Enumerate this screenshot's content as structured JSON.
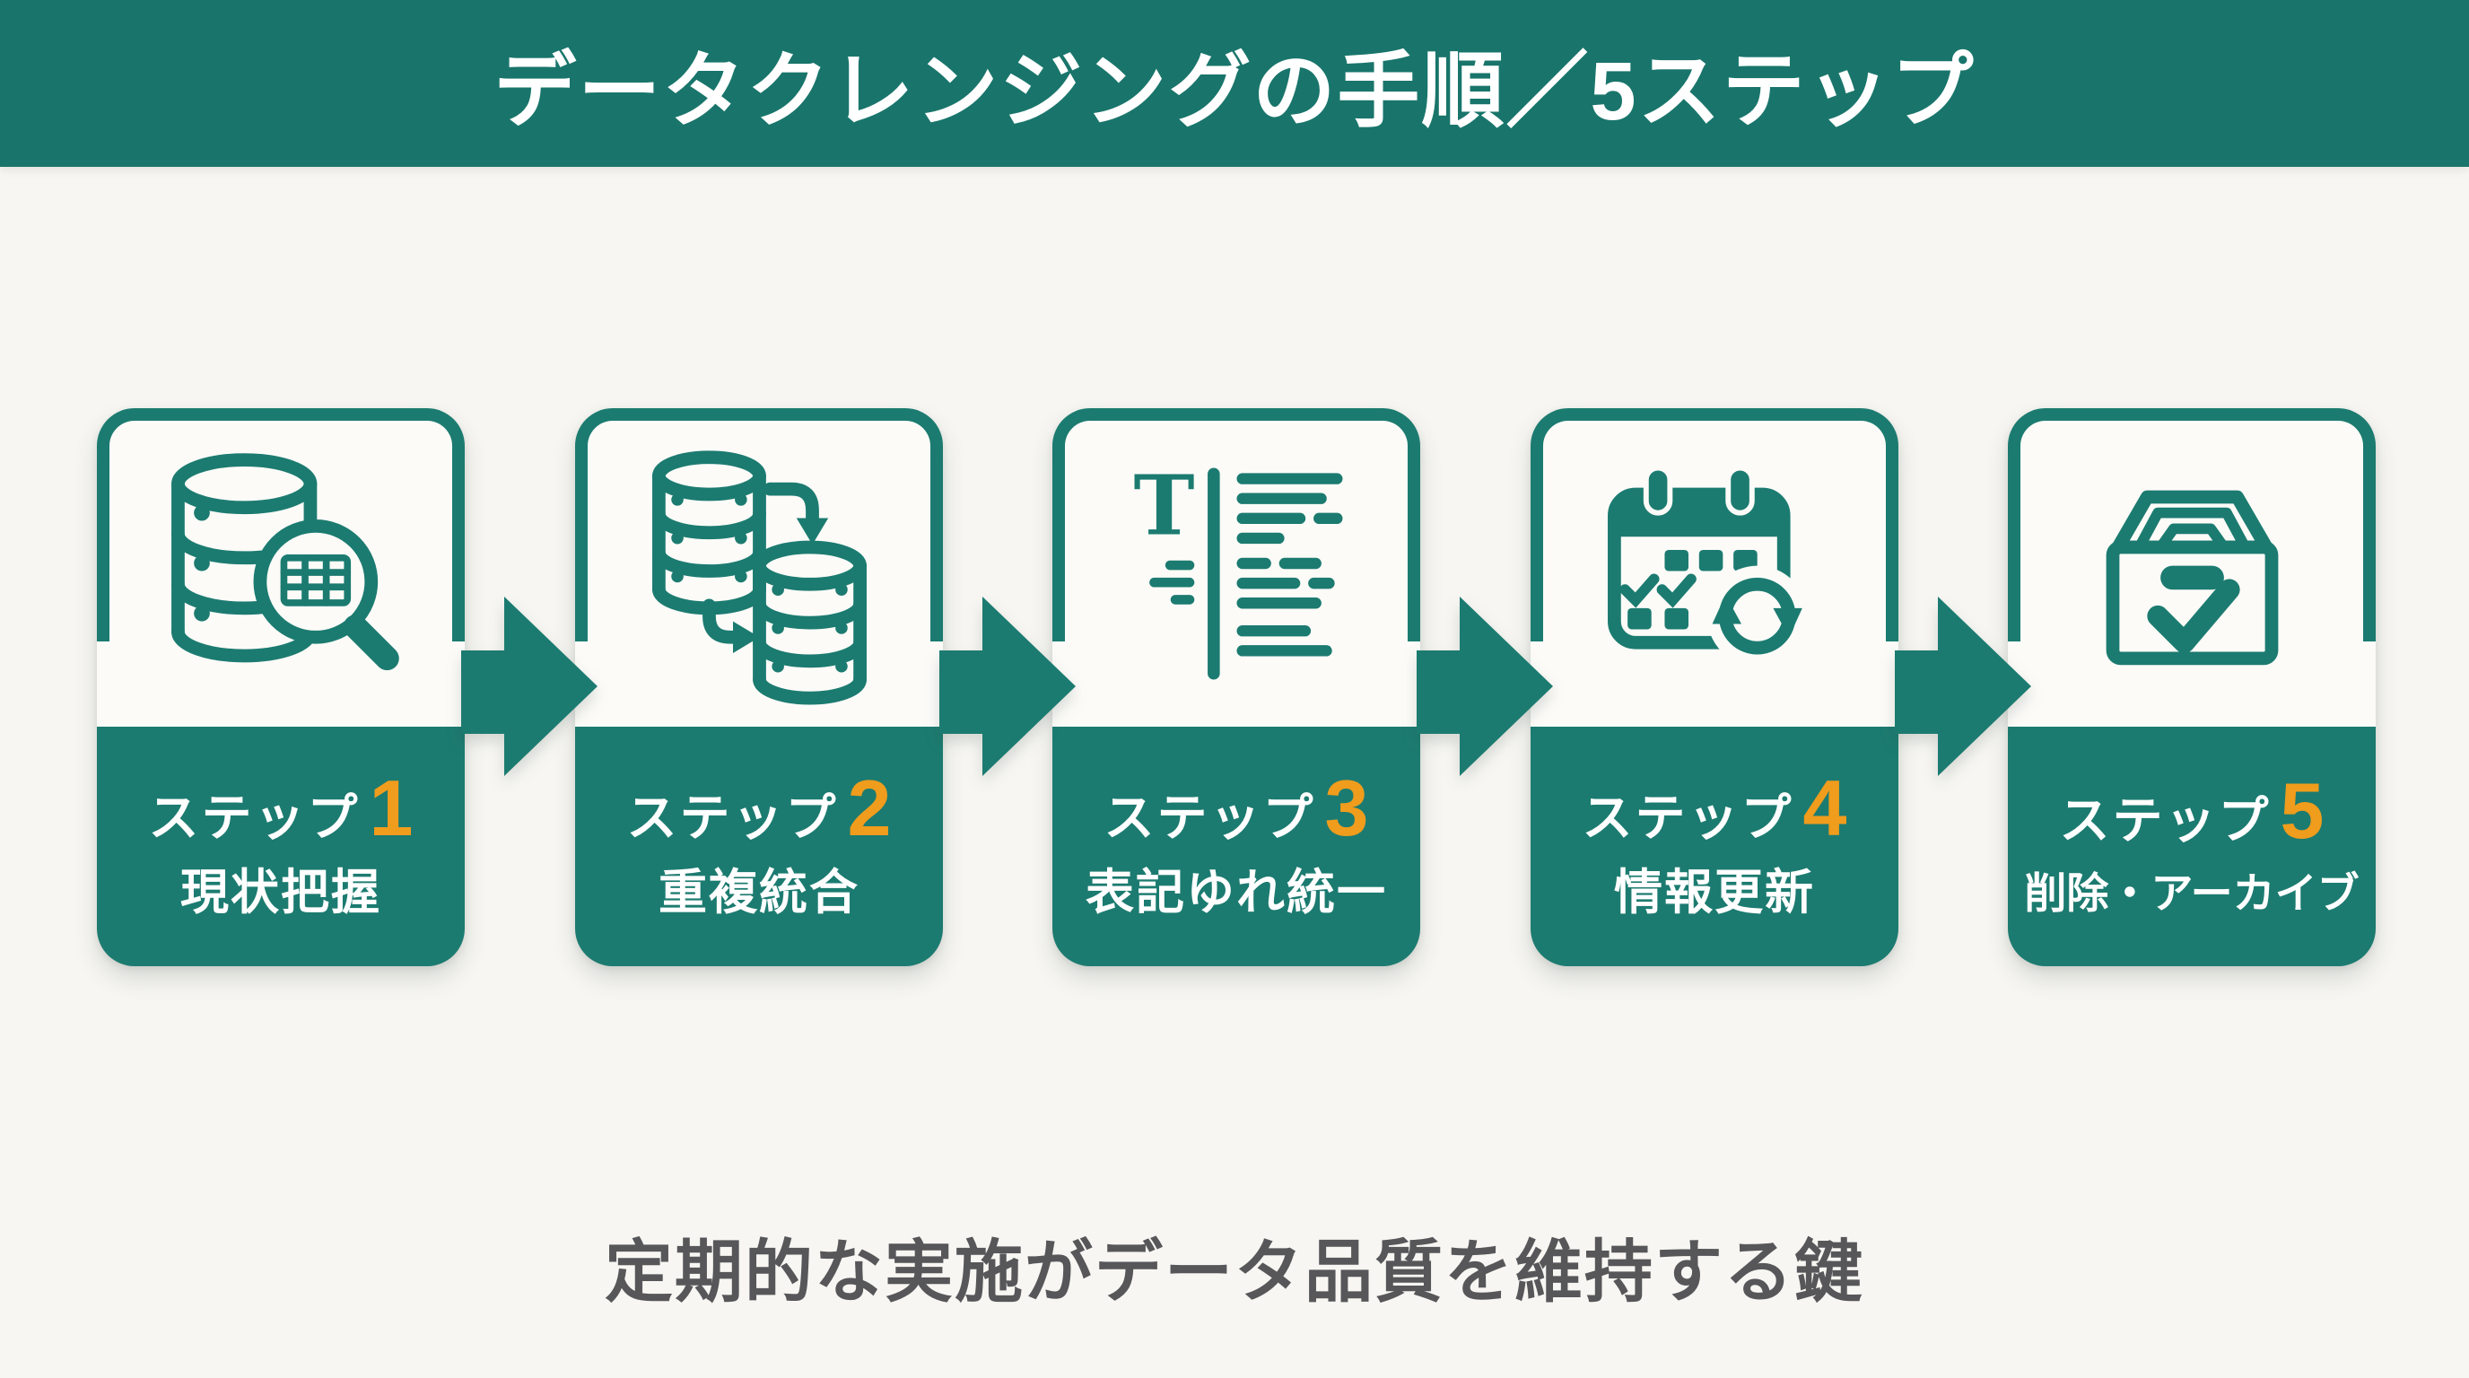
{
  "header": {
    "title": "データクレンジングの手順／5ステップ"
  },
  "steps": [
    {
      "label": "ステップ",
      "number": "1",
      "name": "現状把握",
      "icon": "database-search"
    },
    {
      "label": "ステップ",
      "number": "2",
      "name": "重複統合",
      "icon": "database-merge"
    },
    {
      "label": "ステップ",
      "number": "3",
      "name": "表記ゆれ統一",
      "icon": "text-normalization"
    },
    {
      "label": "ステップ",
      "number": "4",
      "name": "情報更新",
      "icon": "calendar-refresh"
    },
    {
      "label": "ステップ",
      "number": "5",
      "name": "削除・アーカイブ",
      "icon": "archive-box"
    }
  ],
  "footer": {
    "note": "定期的な実施がデータ品質を維持する鍵"
  },
  "colors": {
    "teal": "#1c7b70",
    "header_teal": "#19756b",
    "number_orange": "#f09c1c",
    "note_gray": "#57575a",
    "background": "#f7f6f2",
    "card_white": "#fcfbf8"
  }
}
